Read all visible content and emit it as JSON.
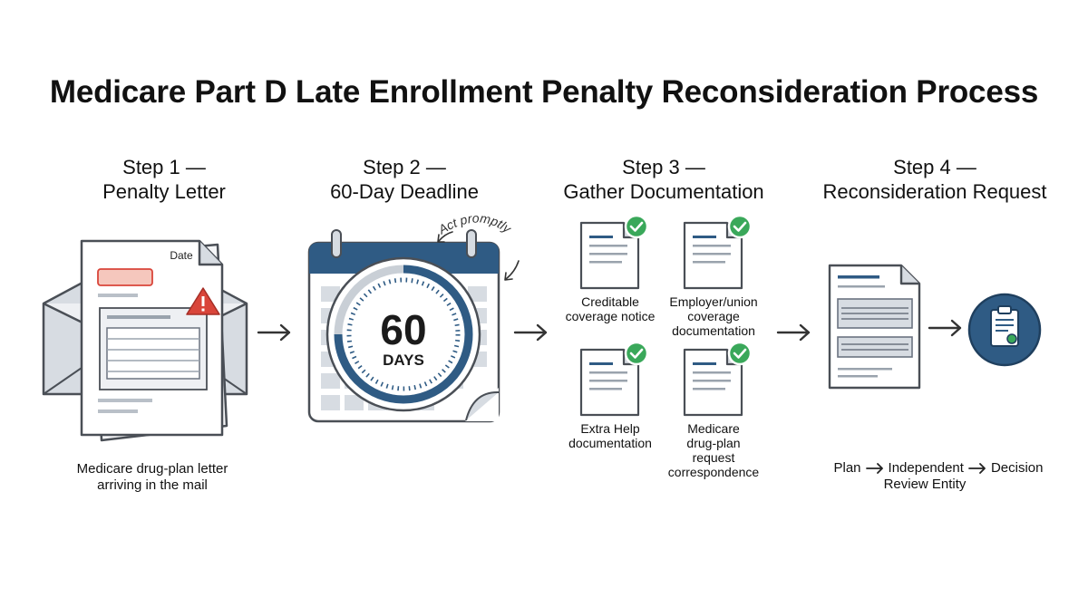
{
  "title": "Medicare Part D Late Enrollment Penalty Reconsideration Process",
  "colors": {
    "navy": "#2f5b84",
    "outline": "#4a4f56",
    "gray_fill": "#d7dce2",
    "light_gray": "#eef0f3",
    "green_check": "#3aa85a",
    "warning_red": "#d9453a",
    "pink_field": "#f5c7bd"
  },
  "steps": [
    {
      "heading_line1": "Step 1 —",
      "heading_line2": "Penalty Letter",
      "letter_date": "Date",
      "caption_line1": "Medicare drug-plan letter",
      "caption_line2": "arriving in the mail"
    },
    {
      "heading_line1": "Step 2 —",
      "heading_line2": "60-Day Deadline",
      "days_number": "60",
      "days_label": "DAYS",
      "note": "Act promptly"
    },
    {
      "heading_line1": "Step 3 —",
      "heading_line2": "Gather Documentation",
      "documents": [
        {
          "line1": "Creditable",
          "line2": "coverage notice"
        },
        {
          "line1": "Employer/union",
          "line2": "coverage",
          "line3": "documentation"
        },
        {
          "line1": "Extra Help",
          "line2": "documentation"
        },
        {
          "line1": "Medicare",
          "line2": "drug-plan",
          "line3": "request",
          "line4": "correspondence"
        }
      ]
    },
    {
      "heading_line1": "Step 4 —",
      "heading_line2": "Reconsideration Request",
      "flow_plan": "Plan",
      "flow_entity_line1": "Independent",
      "flow_entity_line2": "Review Entity",
      "flow_decision": "Decision"
    }
  ]
}
